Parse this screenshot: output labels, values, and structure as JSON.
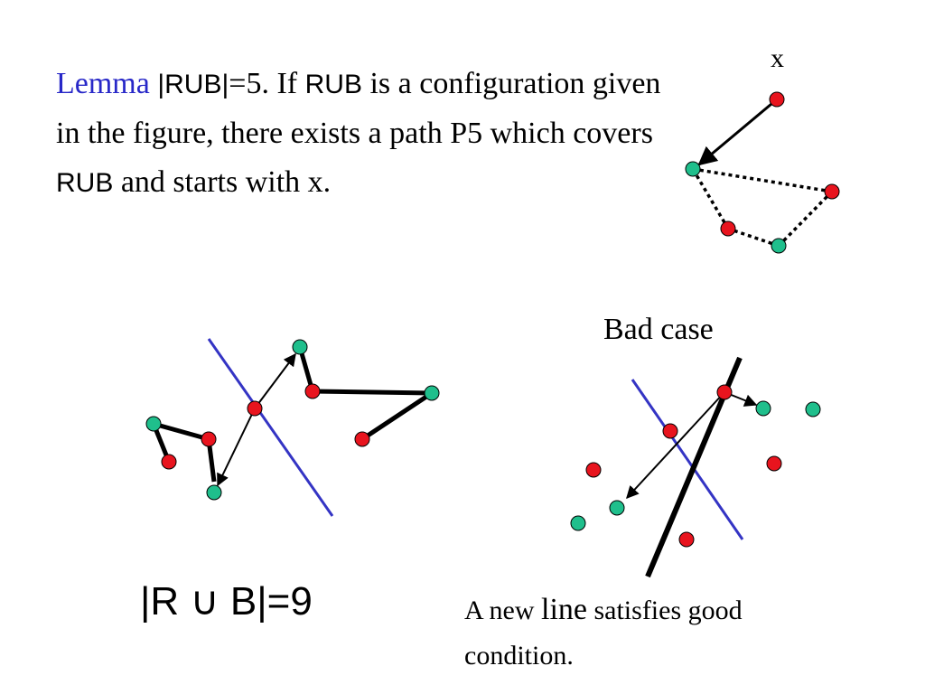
{
  "lemma": {
    "keyword": "Lemma",
    "rub1": "|RUB|",
    "t1": "=5.  If ",
    "rub2": "RUB",
    "t2": " is a configuration given in the figure, there exists a path P5 which covers ",
    "rub3": "RUB",
    "t3": " and starts with x."
  },
  "labels": {
    "x": "x",
    "bad_case": "Bad case",
    "rub_count": "|R ∪ B|=9",
    "new_line_a": "A new ",
    "new_line_b": "line",
    "new_line_c": " satisfies good condition."
  },
  "colors": {
    "red": "#e8141e",
    "green": "#1fbf8c",
    "blue_line": "#3434c4",
    "lemma_keyword": "#2828c8"
  }
}
